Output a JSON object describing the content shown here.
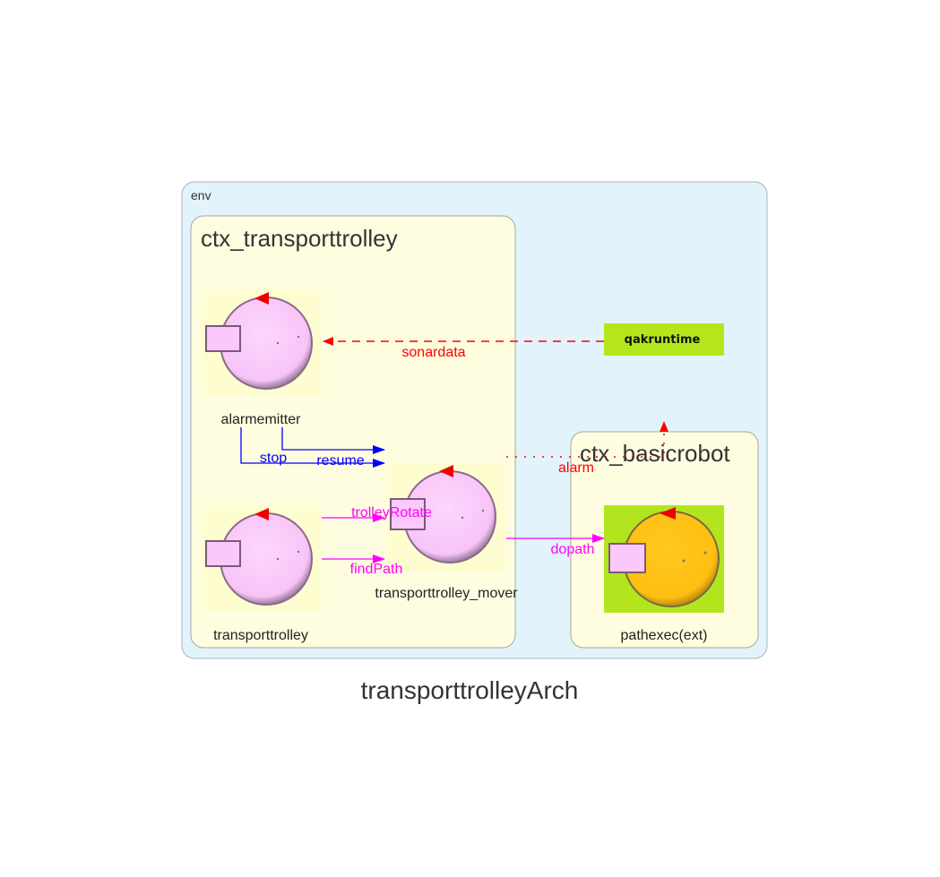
{
  "title": "transporttrolleyArch",
  "clusters": {
    "env": "env",
    "ctx_transporttrolley": "ctx_transporttrolley",
    "ctx_basicrobot": "ctx_basicrobot"
  },
  "nodes": {
    "alarmemitter": "alarmemitter",
    "transporttrolley": "transporttrolley",
    "transporttrolley_mover": "transporttrolley_mover",
    "pathexec": "pathexec(ext)",
    "qakruntime": "qakruntime"
  },
  "edges": {
    "sonardata": "sonardata",
    "stop": "stop",
    "resume": "resume",
    "alarm": "alarm",
    "trolleyRotate": "trolleyRotate",
    "findPath": "findPath",
    "dopath": "dopath"
  },
  "colors": {
    "env_fill": "#e2f3fb",
    "context_fill": "#fffde0",
    "actor_fill": "#fbc8fb",
    "ext_actor_fill": "#ffc21a",
    "ext_bg": "#b3e51f",
    "runtime_fill": "#b5e61d",
    "event_color": "#ff0000",
    "dispatch_color": "#0000ff",
    "request_color": "#ff00ff"
  }
}
